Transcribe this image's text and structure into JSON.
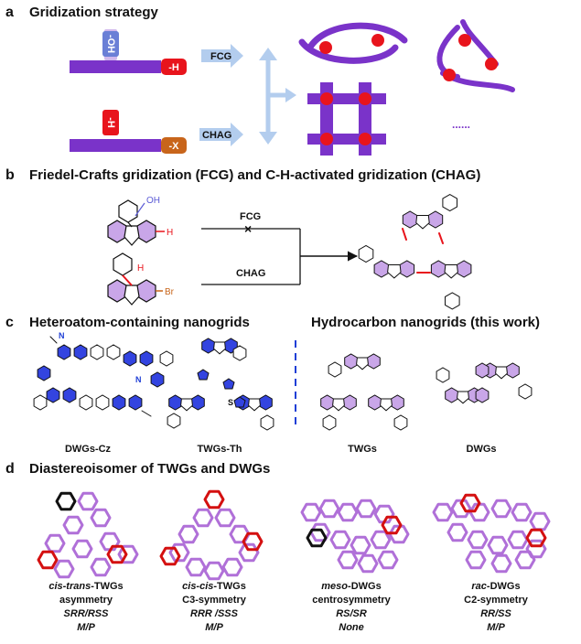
{
  "panel_a": {
    "label": "a",
    "title": "Gridization strategy",
    "oh": "-OH",
    "h_tag": "-H",
    "h_tag2": "-H",
    "x_tag": "-X",
    "fcg": "FCG",
    "chag": "CHAG",
    "dots": "......",
    "colors": {
      "purple": "#7a33c9",
      "red": "#e8141c",
      "blue": "#9ec0e8",
      "orange": "#c8651b"
    }
  },
  "panel_b": {
    "label": "b",
    "title": "Friedel-Crafts gridization (FCG) and C-H-activated gridization (CHAG)",
    "oh": "OH",
    "h1": "H",
    "h2": "H",
    "br": "Br",
    "fcg": "FCG",
    "chag": "CHAG"
  },
  "panel_c": {
    "label": "c",
    "title_left": "Heteroatom-containing nanogrids",
    "title_right": "Hydrocarbon nanogrids (this work)",
    "n_label": "N",
    "s_label": "S",
    "names": [
      "DWGs-Cz",
      "TWGs-Th",
      "TWGs",
      "DWGs"
    ]
  },
  "panel_d": {
    "label": "d",
    "title": "Diastereoisomer of TWGs and DWGs",
    "isomers": [
      {
        "name_prefix": "cis-trans",
        "name_suffix": "-TWGs",
        "symmetry": "asymmetry",
        "config": "SRR/RSS",
        "chirality": "M/P"
      },
      {
        "name_prefix": "cis-cis",
        "name_suffix": "-TWGs",
        "symmetry": "C3-symmetry",
        "config": "RRR /SSS",
        "chirality": "M/P"
      },
      {
        "name_prefix": "meso",
        "name_suffix": "-DWGs",
        "symmetry": "centrosymmetry",
        "config": "RS/SR",
        "chirality": "None"
      },
      {
        "name_prefix": "rac",
        "name_suffix": "-DWGs",
        "symmetry": "C2-symmetry",
        "config": "RR/SS",
        "chirality": "M/P"
      }
    ]
  }
}
